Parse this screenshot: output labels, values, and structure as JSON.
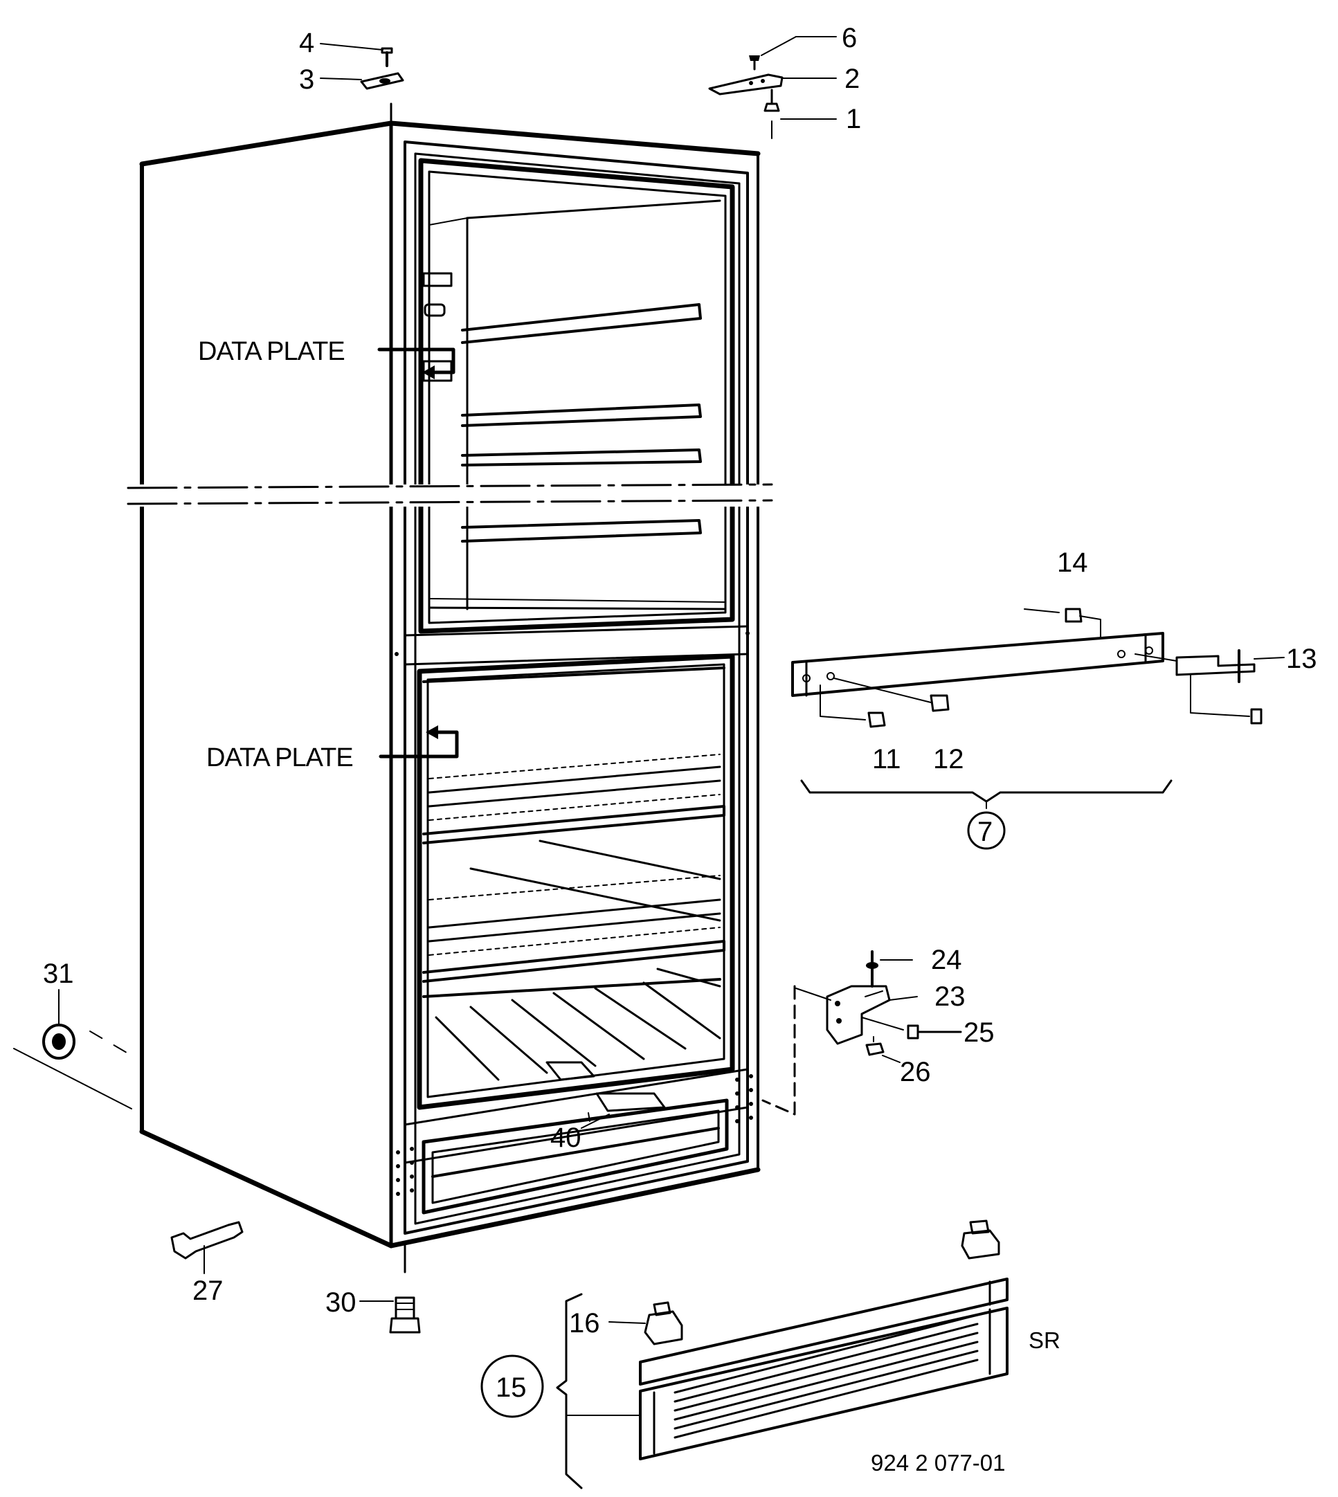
{
  "callouts": {
    "c1": "1",
    "c2": "2",
    "c3": "3",
    "c4": "4",
    "c6": "6",
    "c7": "7",
    "c11": "11",
    "c12": "12",
    "c13": "13",
    "c14": "14",
    "c15": "15",
    "c16": "16",
    "c23": "23",
    "c24": "24",
    "c25": "25",
    "c26": "26",
    "c27": "27",
    "c30": "30",
    "c31": "31",
    "c40": "40"
  },
  "labels": {
    "data_plate_top": "DATA PLATE",
    "data_plate_bottom": "DATA PLATE",
    "sr": "SR",
    "drawing_number": "924 2 077-01"
  }
}
